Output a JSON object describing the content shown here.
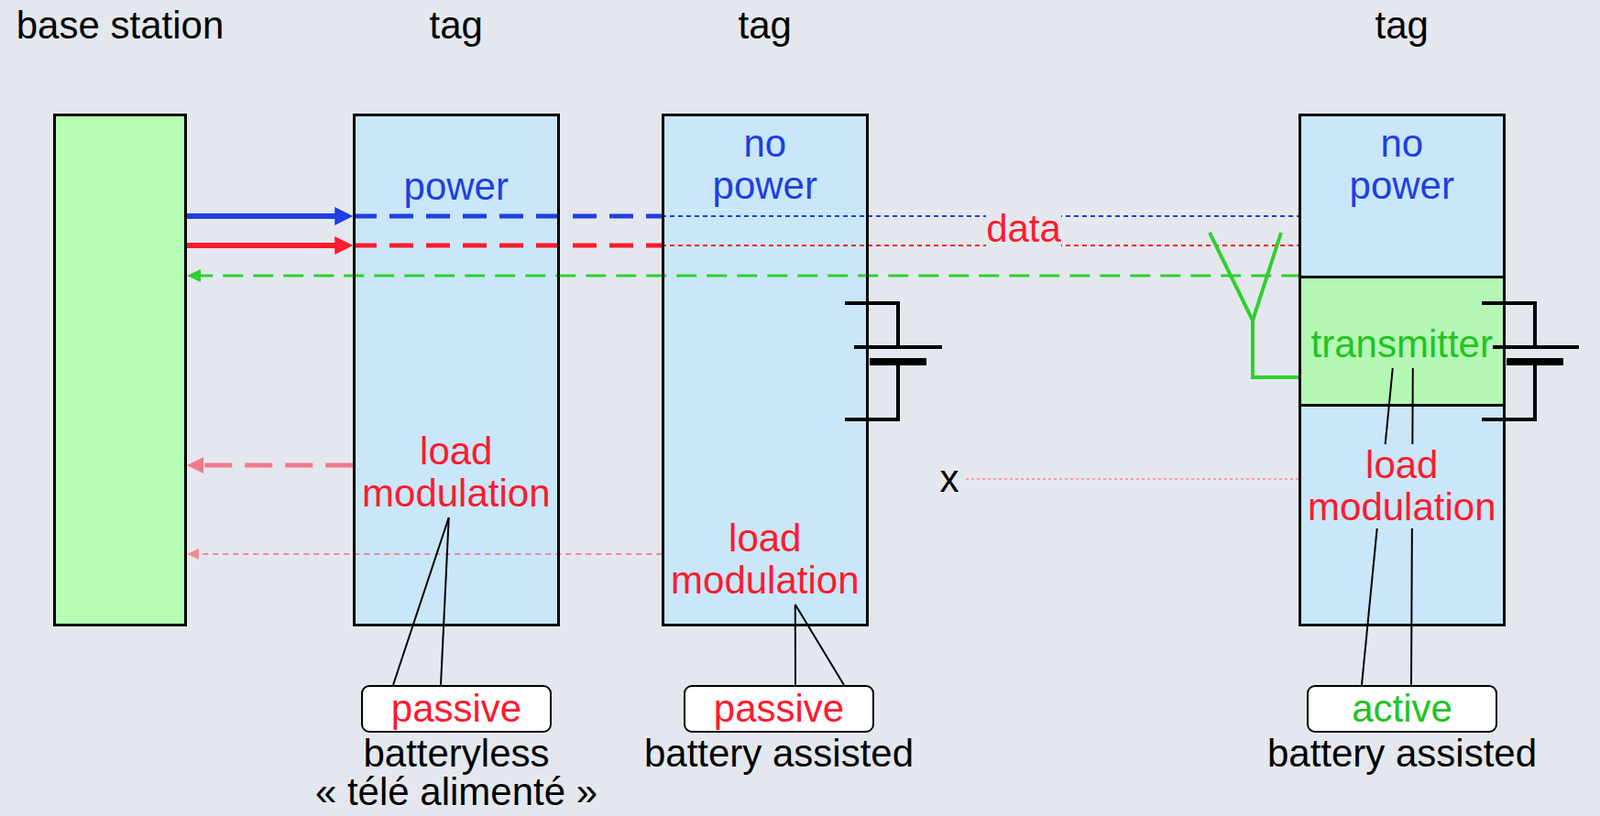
{
  "diagram": {
    "nodes": [
      {
        "text": [
          "base station"
        ]
      },
      {
        "text": [
          "tag",
          "power",
          "load modulation"
        ]
      },
      {
        "text": [
          "tag",
          "no power",
          "load modulation"
        ]
      },
      {
        "text": [
          "tag",
          "no power",
          "load modulation"
        ]
      },
      {
        "text": [
          "transmitter"
        ],
        "in": 3
      },
      {
        "text": [
          "passive"
        ]
      },
      {
        "text": [
          "passive"
        ]
      },
      {
        "text": [
          "active"
        ]
      }
    ],
    "edges": [
      {
        "from": 0,
        "to": 1,
        "arrow": "to"
      },
      {
        "from": 0,
        "to": 1,
        "arrow": "to"
      },
      {
        "from": 4,
        "to": 0,
        "arrow": "to"
      },
      {
        "from": 1,
        "to": 0,
        "arrow": "to"
      },
      {
        "from": 2,
        "to": 0,
        "arrow": "to"
      },
      {
        "from": 5,
        "to": 1,
        "arrow": "none"
      },
      {
        "from": 6,
        "to": 2,
        "arrow": "none"
      },
      {
        "from": 7,
        "to": 4,
        "arrow": "none"
      }
    ],
    "labels": [
      "data",
      "x",
      "batteryless",
      "« télé alimenté »",
      "battery assisted",
      "battery assisted"
    ]
  }
}
